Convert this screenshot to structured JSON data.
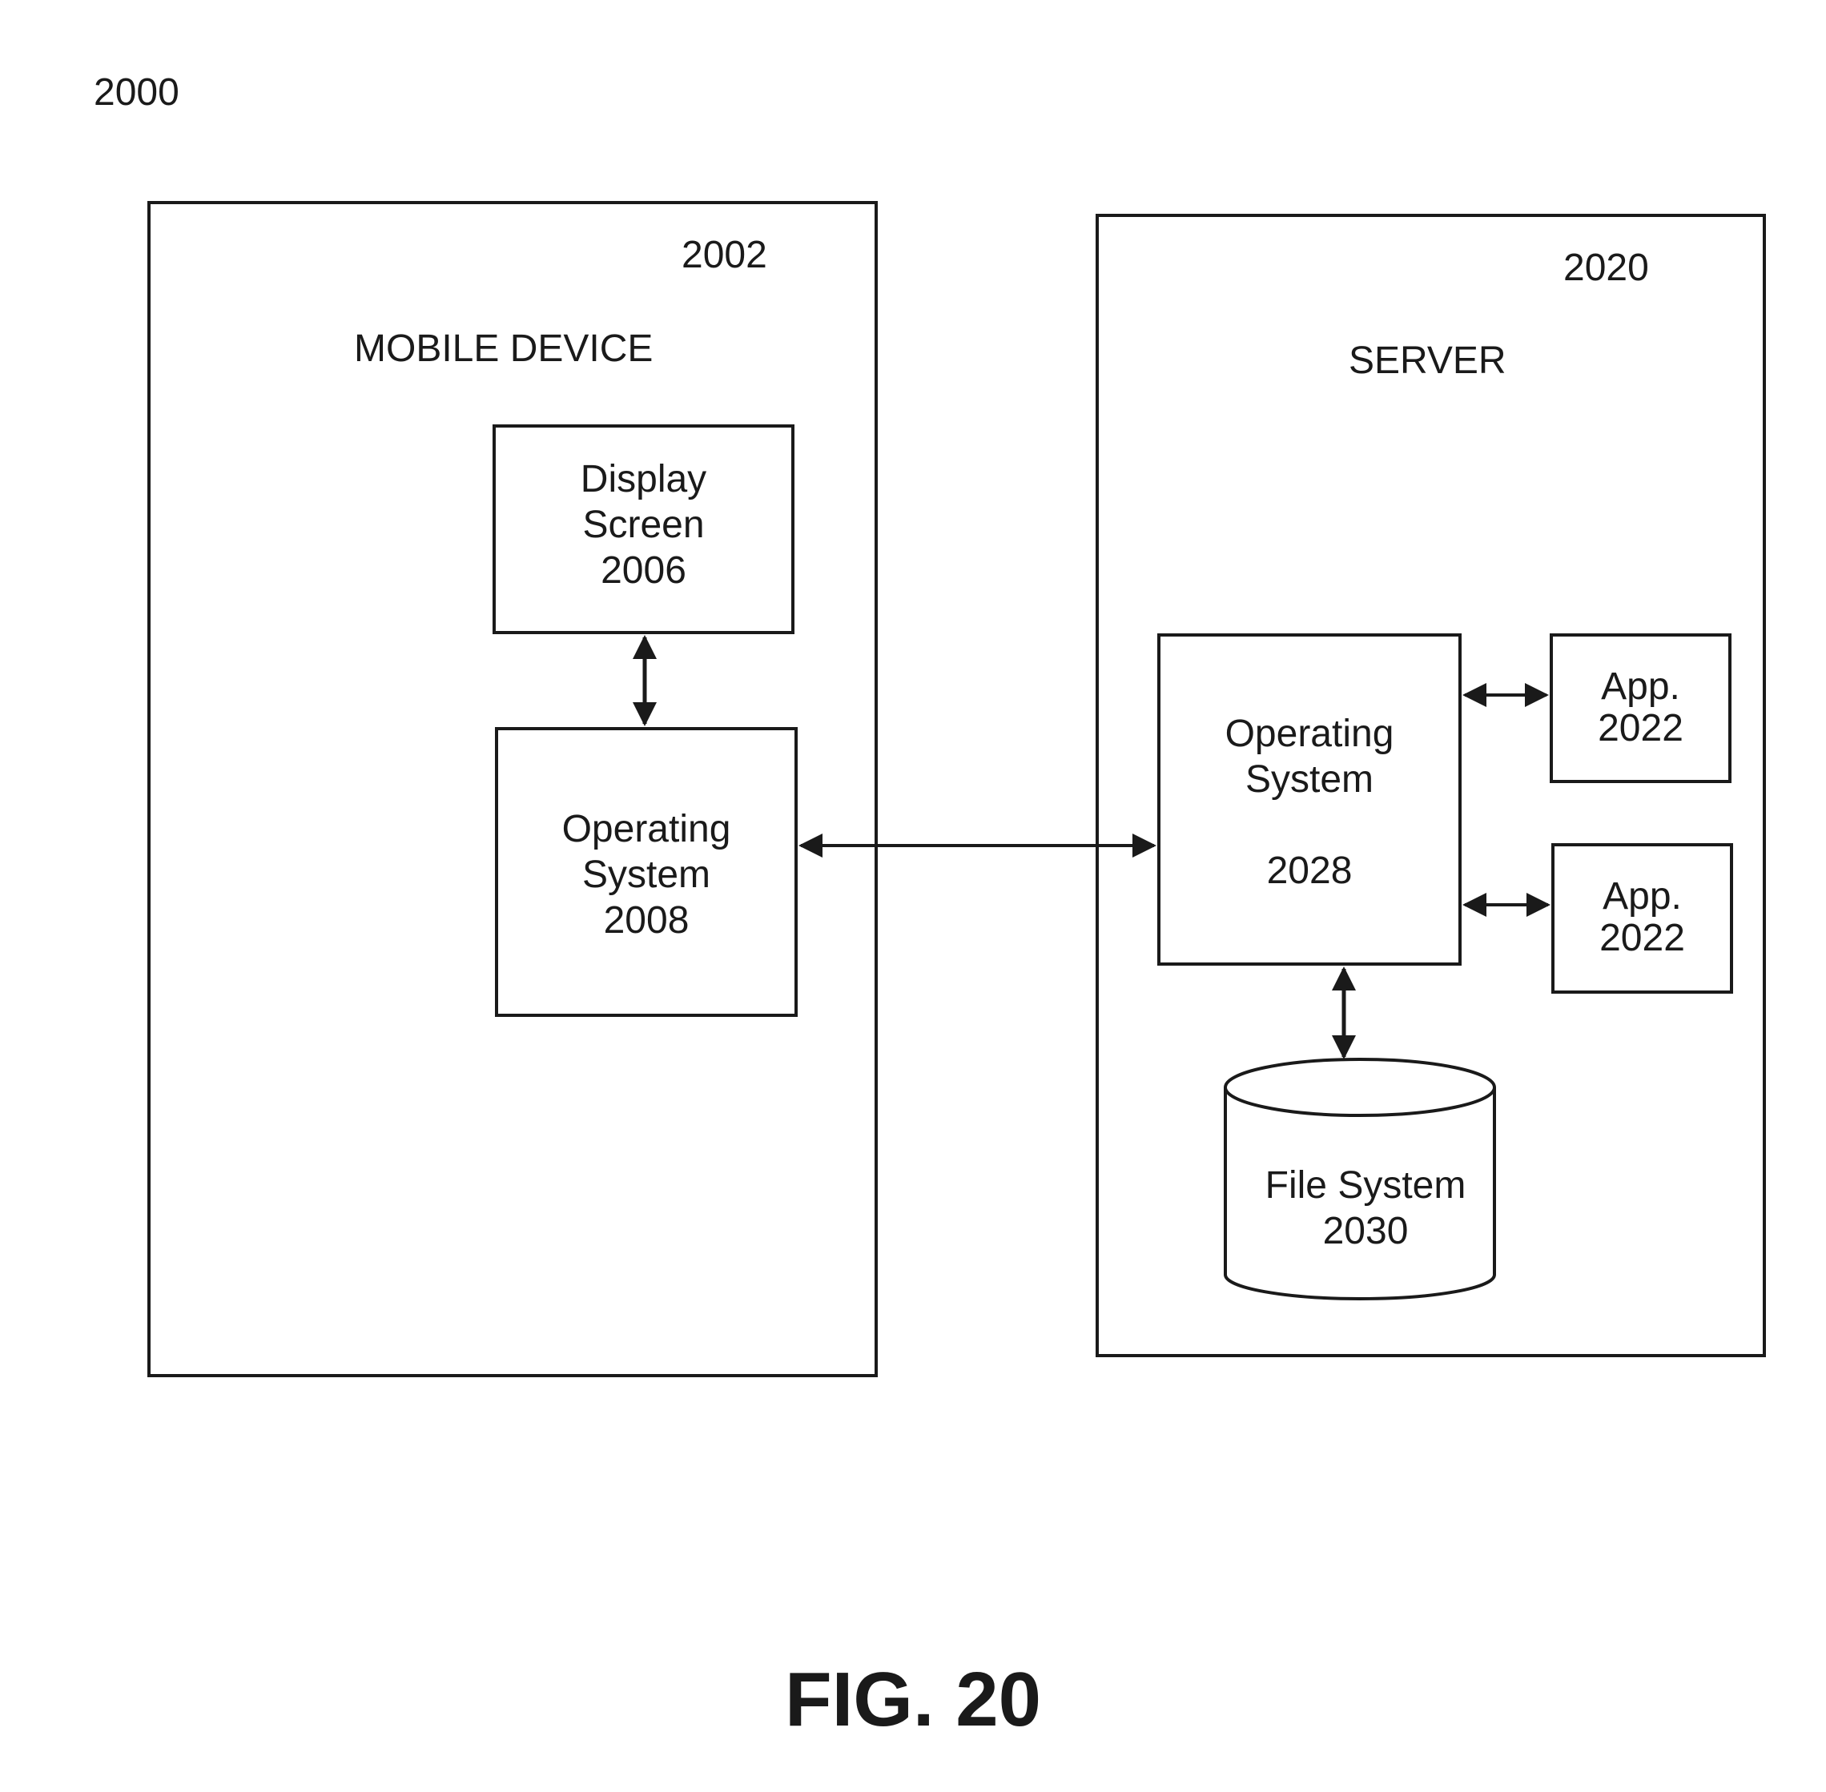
{
  "figure_ref": "2000",
  "mobile_device": {
    "ref": "2002",
    "title": "MOBILE DEVICE",
    "display_screen": {
      "line1": "Display",
      "line2": "Screen",
      "ref": "2006"
    },
    "operating_system": {
      "line1": "Operating",
      "line2": "System",
      "ref": "2008"
    }
  },
  "server": {
    "ref": "2020",
    "title": "SERVER",
    "operating_system": {
      "line1": "Operating",
      "line2": "System",
      "ref": "2028"
    },
    "apps": [
      {
        "label": "App.",
        "ref": "2022"
      },
      {
        "label": "App.",
        "ref": "2022"
      }
    ],
    "file_system": {
      "label": "File System",
      "ref": "2030"
    }
  },
  "caption": "FIG. 20"
}
